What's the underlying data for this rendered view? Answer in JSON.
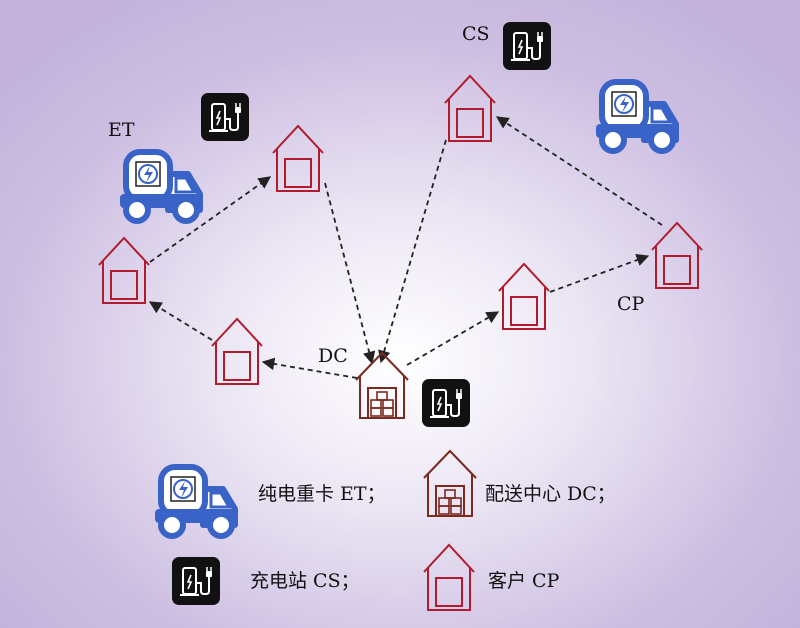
{
  "labels": {
    "et": "ET",
    "cs": "CS",
    "dc": "DC",
    "cp": "CP"
  },
  "legend": {
    "et": "纯电重卡 ET；",
    "dc": "配送中心 DC；",
    "cs": "充电站 CS；",
    "cp": "客户 CP"
  },
  "colors": {
    "customer": "#b01c2e",
    "depot": "#7a2a1e",
    "truck": "#3a63c8",
    "station": "#111111",
    "arrow": "#222222"
  }
}
